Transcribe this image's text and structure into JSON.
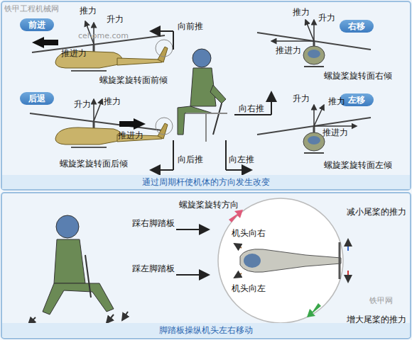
{
  "diagram": {
    "nodes": [
      {
        "text": [
          "前进"
        ]
      },
      {
        "text": [
          "后退"
        ]
      },
      {
        "text": [
          "右移"
        ]
      },
      {
        "text": [
          "左移"
        ]
      },
      {
        "text": [
          "通过周期杆使机体的方向发生改变"
        ]
      },
      {
        "text": [
          "脚踏板操纵机头左右移动"
        ]
      }
    ],
    "labels": [
      "推力",
      "升力",
      "推进力",
      "螺旋桨旋转面前倾",
      "升力",
      "推力",
      "推进力",
      "螺旋桨旋转面后倾",
      "向前推",
      "向后推",
      "向右推",
      "向左推",
      "推力",
      "升力",
      "推进力",
      "螺旋桨旋转面右倾",
      "升力",
      "推力",
      "推进力",
      "螺旋桨旋转面左倾",
      "螺旋桨旋转方向",
      "踩右脚踏板",
      "踩左脚踏板",
      "机头向右",
      "机头向左",
      "减小尾桨的推力",
      "增大尾桨的推力",
      "铁甲工程机械网",
      "cehome.com",
      "铁甲网"
    ]
  }
}
